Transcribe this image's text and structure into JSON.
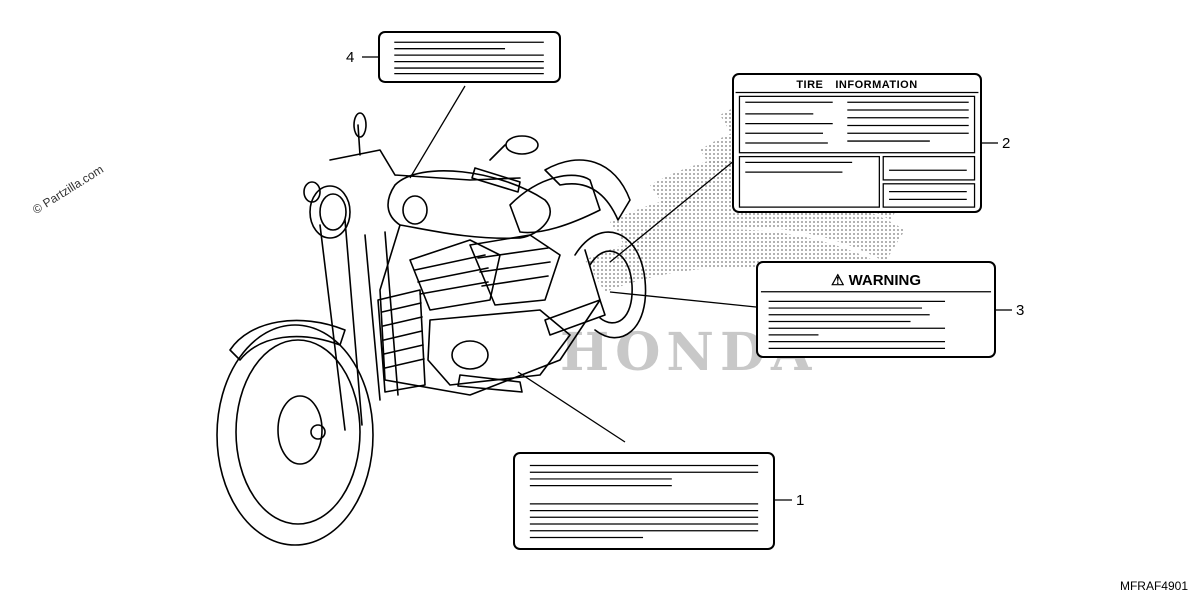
{
  "watermark": "© Partzilla.com",
  "diagram_code": "MFRAF4901",
  "background_brand": "HONDA",
  "callouts": [
    {
      "number": "1"
    },
    {
      "number": "2"
    },
    {
      "number": "3"
    },
    {
      "number": "4"
    }
  ],
  "labels": {
    "tire_information": {
      "word1": "TIRE",
      "word2": "INFORMATION"
    },
    "warning": {
      "title": "WARNING",
      "icon": "warning-triangle-icon"
    }
  },
  "colors": {
    "line": "#000000",
    "halftone": "#9a9a9a"
  }
}
